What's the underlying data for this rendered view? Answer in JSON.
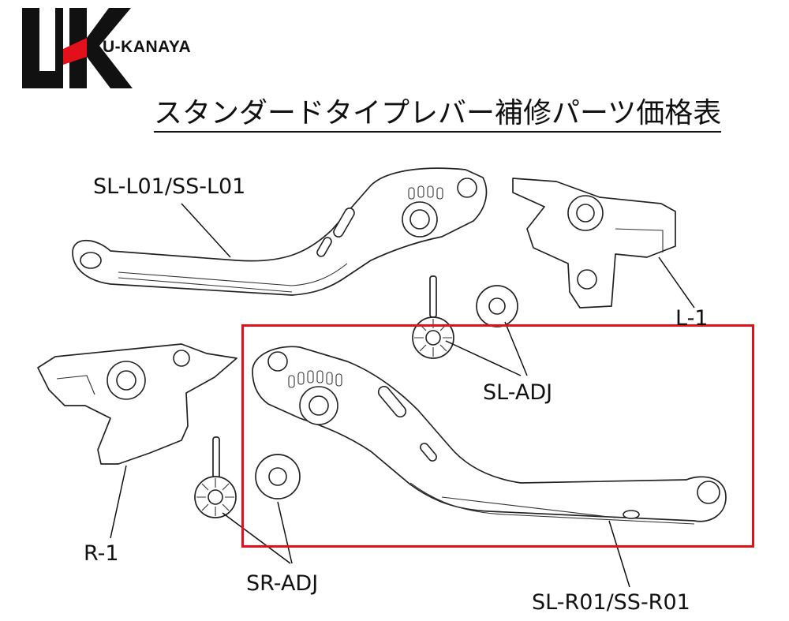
{
  "brand": {
    "name": "U-KANAYA",
    "logo_letters": "UK",
    "colors": {
      "black": "#111111",
      "red": "#e3101b"
    }
  },
  "title": "スタンダードタイプレバー補修パーツ価格表",
  "labels": {
    "left_lever": "SL-L01/SS-L01",
    "left_holder": "L-1",
    "left_adjuster": "SL-ADJ",
    "right_holder": "R-1",
    "right_adjuster": "SR-ADJ",
    "right_lever": "SL-R01/SS-R01"
  },
  "highlight_color": "#e3101b"
}
